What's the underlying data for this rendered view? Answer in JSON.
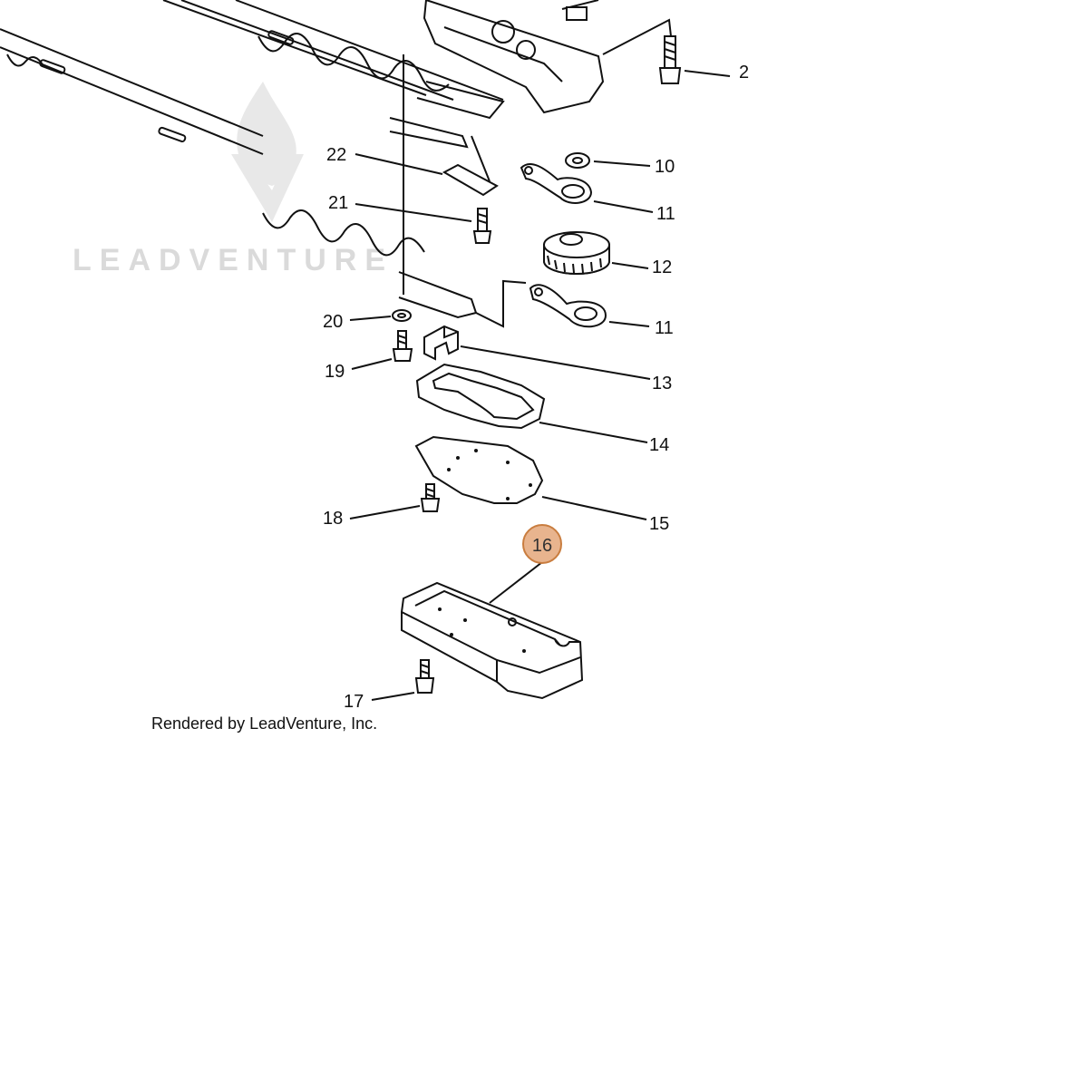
{
  "watermark": {
    "text": "LEADVENTURE"
  },
  "credit": "Rendered by LeadVenture, Inc.",
  "highlight": {
    "label": "16",
    "fill": "#e8b48e",
    "stroke": "#c97d3f"
  },
  "callouts": {
    "c2": "2",
    "c10": "10",
    "c11a": "11",
    "c11b": "11",
    "c12": "12",
    "c13": "13",
    "c14": "14",
    "c15": "15",
    "c17": "17",
    "c18": "18",
    "c19": "19",
    "c20": "20",
    "c21": "21",
    "c22": "22"
  }
}
